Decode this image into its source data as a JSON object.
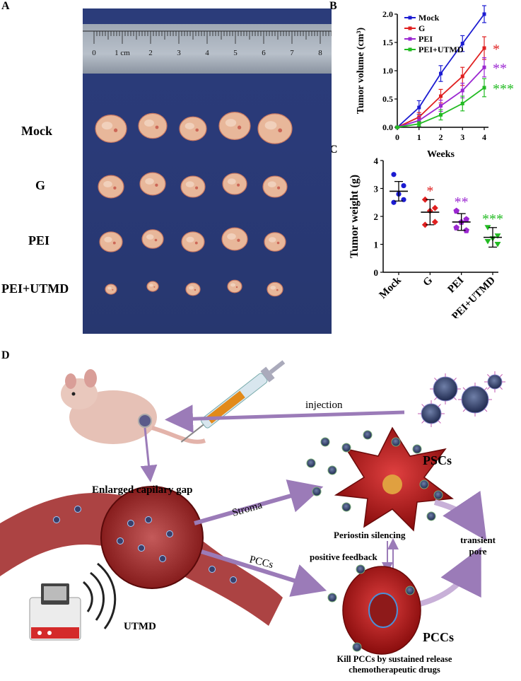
{
  "panels": {
    "a": "A",
    "b": "B",
    "c": "C",
    "d": "D"
  },
  "photo": {
    "ruler_numbers": [
      "0",
      "1 cm",
      "2",
      "3",
      "4",
      "5",
      "6",
      "7",
      "8"
    ],
    "row_labels": [
      "Mock",
      "G",
      "PEI",
      "PEI+UTMD"
    ]
  },
  "chart_data": [
    {
      "type": "line",
      "title": "",
      "xlabel": "Weeks",
      "ylabel": "Tumor volume (cm³)",
      "x": [
        0,
        1,
        2,
        3,
        4
      ],
      "xlim": [
        0,
        4
      ],
      "ylim": [
        0,
        2.0
      ],
      "yticks": [
        "0.0",
        "0.5",
        "1.0",
        "1.5",
        "2.0"
      ],
      "xticks": [
        "0",
        "1",
        "2",
        "3",
        "4"
      ],
      "legend_position": "top-left",
      "series": [
        {
          "name": "Mock",
          "values": [
            0.0,
            0.35,
            0.95,
            1.48,
            2.0
          ],
          "errors": [
            0.02,
            0.12,
            0.14,
            0.14,
            0.15
          ],
          "color": "#1b1bd1",
          "marker": "*"
        },
        {
          "name": "G",
          "values": [
            0.0,
            0.18,
            0.55,
            0.9,
            1.4
          ],
          "errors": [
            0.02,
            0.08,
            0.12,
            0.16,
            0.2
          ],
          "color": "#e02020",
          "marker": "*",
          "significance": "*"
        },
        {
          "name": "PEI",
          "values": [
            0.0,
            0.12,
            0.38,
            0.65,
            1.06
          ],
          "errors": [
            0.02,
            0.06,
            0.1,
            0.13,
            0.17
          ],
          "color": "#9b27d1",
          "marker": "**",
          "significance": "**"
        },
        {
          "name": "PEI+UTMD",
          "values": [
            0.0,
            0.06,
            0.22,
            0.42,
            0.7
          ],
          "errors": [
            0.01,
            0.04,
            0.09,
            0.13,
            0.16
          ],
          "color": "#22bb22",
          "marker": "***",
          "significance": "***"
        }
      ]
    },
    {
      "type": "scatter",
      "title": "",
      "xlabel": "",
      "ylabel": "Tumor weight (g)",
      "categories": [
        "Mock",
        "G",
        "PEI",
        "PEI+UTMD"
      ],
      "ylim": [
        0,
        4
      ],
      "yticks": [
        "0",
        "1",
        "2",
        "3",
        "4"
      ],
      "series": [
        {
          "name": "Mock",
          "points": [
            3.5,
            3.1,
            2.8,
            2.5,
            2.6
          ],
          "mean": 2.9,
          "sd": 0.35,
          "color": "#1b1bd1",
          "marker": "circle"
        },
        {
          "name": "G",
          "points": [
            2.6,
            2.3,
            2.2,
            1.7,
            1.8
          ],
          "mean": 2.15,
          "sd": 0.45,
          "color": "#e02020",
          "marker": "diamond",
          "significance": "*"
        },
        {
          "name": "PEI",
          "points": [
            2.2,
            1.9,
            1.8,
            1.6,
            1.5
          ],
          "mean": 1.8,
          "sd": 0.3,
          "color": "#9b27d1",
          "marker": "pentagon",
          "significance": "**"
        },
        {
          "name": "PEI+UTMD",
          "points": [
            1.6,
            1.3,
            1.2,
            1.1,
            1.0
          ],
          "mean": 1.25,
          "sd": 0.35,
          "color": "#22bb22",
          "marker": "triangle",
          "significance": "***"
        }
      ]
    }
  ],
  "diagram": {
    "injection": "injection",
    "enlarged_gap": "Enlarged capilary gap",
    "stroma": "Stroma",
    "pccs_arrow": "PCCs",
    "pscs": "PSCs",
    "periostin": "Periostin silencing",
    "positive_feedback": "positive feedback",
    "transient_pore_1": "transient",
    "transient_pore_2": "pore",
    "pccs_cell": "PCCs",
    "utmd": "UTMD",
    "kill_1": "Kill PCCs by sustained release",
    "kill_2": "chemotherapeutic drugs"
  }
}
